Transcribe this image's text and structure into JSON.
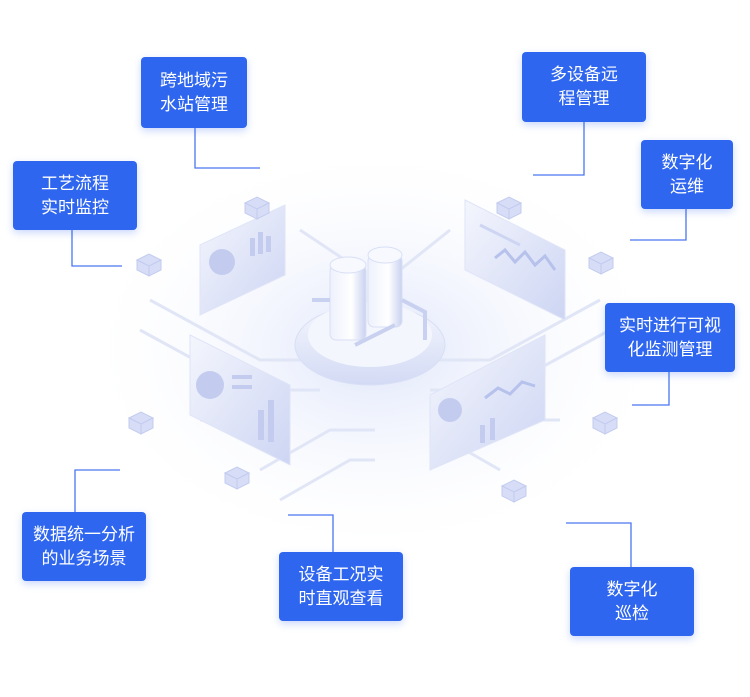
{
  "colors": {
    "accent": "#2f66f0",
    "connector": "#4a76f0",
    "panel": "#e7ebfb",
    "circuit": "#e3e8f8"
  },
  "labels": {
    "cross_region": "跨地域污\n水站管理",
    "multi_device": "多设备远\n程管理",
    "process_monitor": "工艺流程\n实时监控",
    "digital_ops": "数字化\n运维",
    "realtime_visual": "实时进行可视\n化监测管理",
    "data_analysis": "数据统一分析\n的业务场景",
    "equipment_status": "设备工况实\n时直观查看",
    "digital_inspection": "数字化\n巡检"
  }
}
